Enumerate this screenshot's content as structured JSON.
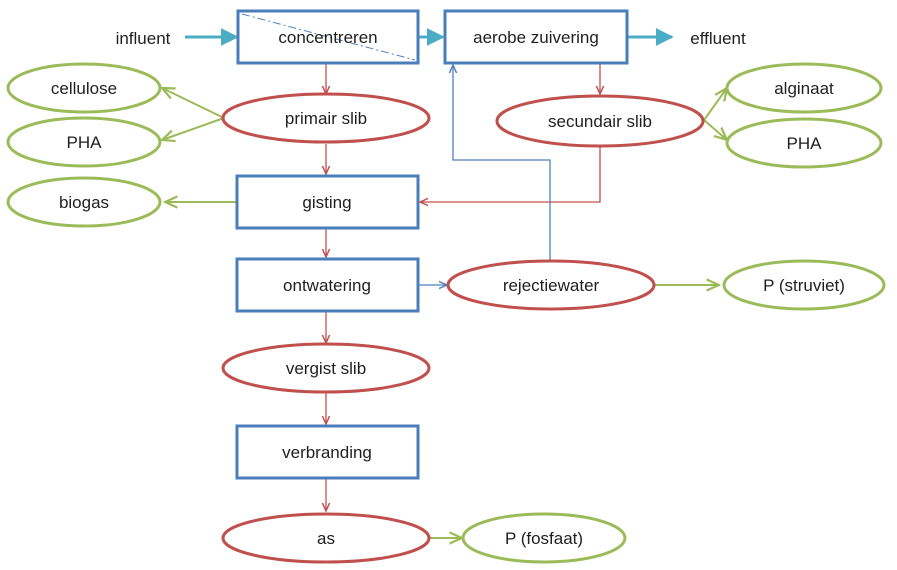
{
  "colors": {
    "process_stroke": "#4a7ebb",
    "stream_stroke": "#c0504d",
    "product_stroke": "#9bbb59",
    "flow_main": "#4bacc6",
    "blue_line": "#4f81bd",
    "red_line": "#c0504d",
    "green_line": "#9bbb59",
    "text": "#1f1f1f",
    "fill": "#ffffff"
  },
  "nodes": {
    "influent": "influent",
    "effluent": "effluent",
    "concentreren": "concentreren",
    "aerobe_zuivering": "aerobe zuivering",
    "primair_slib": "primair slib",
    "secundair_slib": "secundair slib",
    "cellulose": "cellulose",
    "pha_left": "PHA",
    "alginaat": "alginaat",
    "pha_right": "PHA",
    "biogas": "biogas",
    "gisting": "gisting",
    "ontwatering": "ontwatering",
    "rejectiewater": "rejectiewater",
    "p_struviet": "P (struviet)",
    "vergist_slib": "vergist slib",
    "verbranding": "verbranding",
    "as": "as",
    "p_fosfaat": "P (fosfaat)"
  }
}
